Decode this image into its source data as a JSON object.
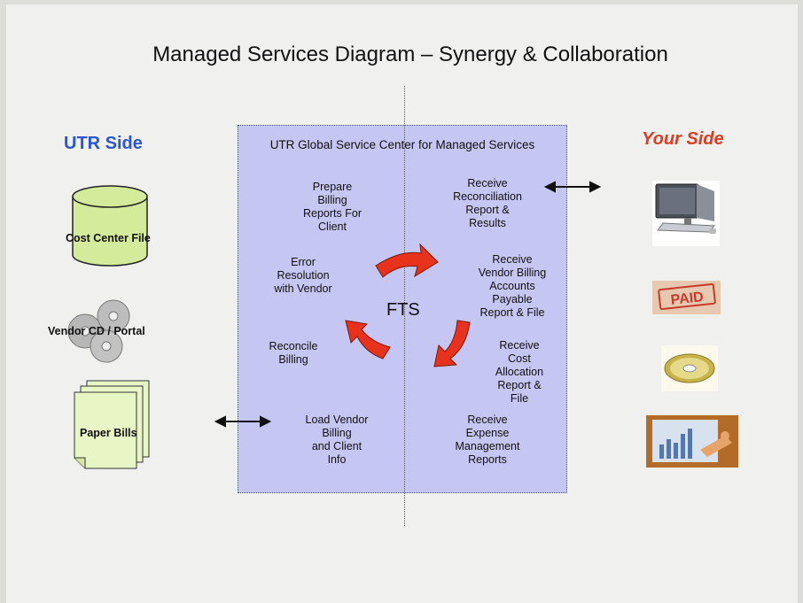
{
  "title": "Managed Services Diagram – Synergy & Collaboration",
  "utr_side": {
    "label": "UTR Side",
    "items": [
      {
        "label": "Cost Center File",
        "icon": "database-cylinder-icon"
      },
      {
        "label": "Vendor CD / Portal",
        "icon": "cd-discs-icon"
      },
      {
        "label": "Paper Bills",
        "icon": "paper-stack-icon"
      }
    ]
  },
  "your_side": {
    "label": "Your Side",
    "icons": [
      "computer-monitor-icon",
      "paid-stamp-icon",
      "cd-disc-icon",
      "presentation-chart-icon"
    ],
    "paid_text": "PAID"
  },
  "center": {
    "title": "UTR Global Service Center for Managed Services",
    "hub_label": "FTS",
    "left_steps": [
      "Prepare\nBilling\nReports For\nClient",
      "Error\nResolution\nwith Vendor",
      "Reconcile\nBilling",
      "Load Vendor\nBilling\nand Client\nInfo"
    ],
    "right_steps": [
      "Receive\nReconciliation\nReport &\nResults",
      "Receive\nVendor Billing\nAccounts\nPayable\nReport & File",
      "Receive\nCost\nAllocation\nReport &\nFile",
      "Receive\nExpense\nManagement\nReports"
    ]
  },
  "colors": {
    "utr_blue": "#2a55d4",
    "your_red": "#e03b22",
    "panel": "#c5c6f2",
    "cycle_arrow": "#e8321c",
    "cylinder": "#d3eb9a",
    "paper": "#e8f5c4"
  }
}
